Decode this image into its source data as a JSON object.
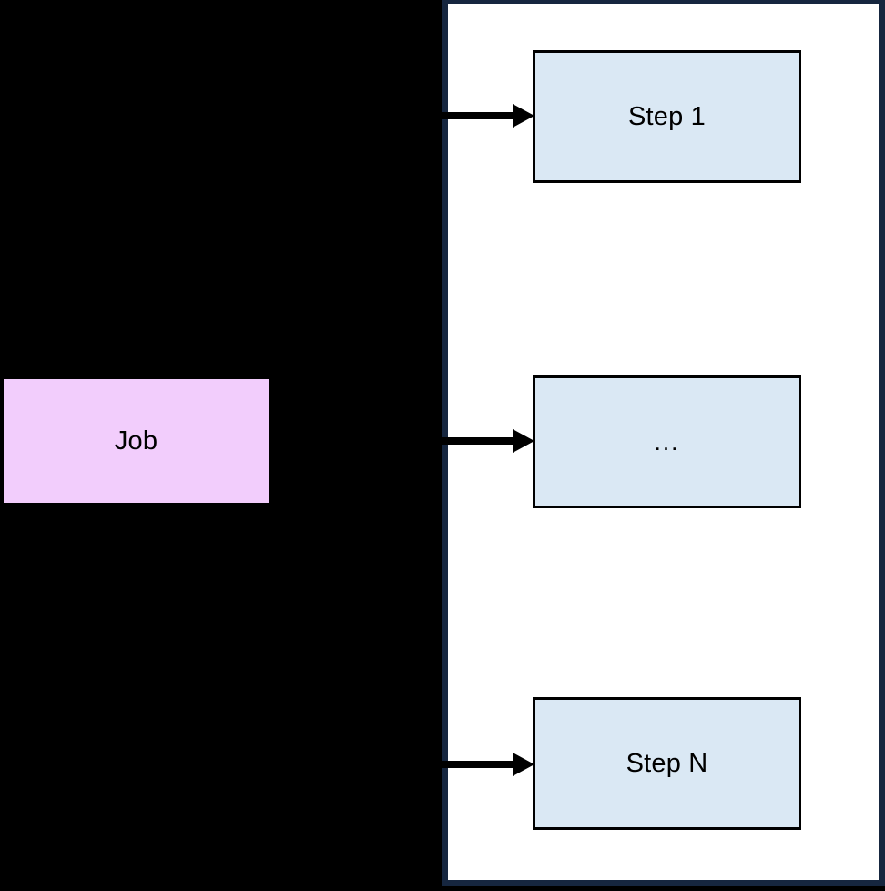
{
  "diagram": {
    "type": "flowchart",
    "title": "",
    "background_color": "#000000",
    "nodes": {
      "job": {
        "label": "Job",
        "fill_color": "#f2cdfc",
        "text_color": "#000000",
        "shape": "rectangle"
      },
      "steps": [
        {
          "id": "step-1",
          "label": "Step 1",
          "fill_color": "#dae8f4",
          "border_color": "#000000",
          "text_color": "#000000",
          "shape": "rectangle"
        },
        {
          "id": "step-ellipsis",
          "label": "...",
          "fill_color": "#dae8f4",
          "border_color": "#000000",
          "text_color": "#000000",
          "shape": "rectangle"
        },
        {
          "id": "step-n",
          "label": "Step N",
          "fill_color": "#dae8f4",
          "border_color": "#000000",
          "text_color": "#000000",
          "shape": "rectangle"
        }
      ]
    },
    "container": {
      "label": "",
      "fill_color": "#ffffff",
      "border_color": "#16263f"
    },
    "edges": [
      {
        "from": "job",
        "to": "step-1",
        "style": "solid-arrow",
        "color": "#000000",
        "label": ""
      },
      {
        "from": "job",
        "to": "step-ellipsis",
        "style": "solid-arrow",
        "color": "#000000",
        "label": ""
      },
      {
        "from": "job",
        "to": "step-n",
        "style": "solid-arrow",
        "color": "#000000",
        "label": ""
      }
    ]
  }
}
